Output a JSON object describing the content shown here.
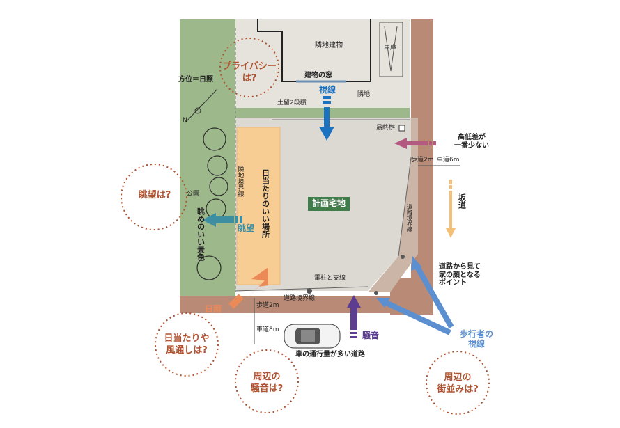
{
  "labels": {
    "privacy": "プライバシーは?",
    "orientation": "方位＝日照",
    "neighbor_building": "隣地建物",
    "garage": "車庫",
    "building_window": "建物の窓",
    "neighbor_lot": "隣地",
    "retaining_wall": "土留2段積",
    "final_basin": "最終桝",
    "sightline": "視線",
    "height_diff": "高低差が\n一番少ない",
    "sidewalk_right": "歩道2m",
    "roadway_right": "車道6m",
    "slope": "坂道",
    "view_q": "眺望は?",
    "park": "公園",
    "lot_boundary_left": "隣地境界線",
    "scenic_view": "眺めのいい景色",
    "view": "眺望",
    "sunny_spot": "日当たりのいい場所",
    "planned_site": "計画宅地",
    "road_boundary_right": "道路境界線",
    "house_face": "道路から見て\n家の顔となる\nポイント",
    "pole_guy": "電柱と支線",
    "road_boundary_bottom": "道路境界線",
    "sunlight": "日照",
    "sidewalk_bottom": "歩道2m",
    "roadway_bottom": "車道8m",
    "noise": "騒音",
    "pedestrian": "歩行者の\n視線",
    "sun_wind_q": "日当たりや\n風通しは?",
    "traffic": "車の通行量が多い道路",
    "noise_q": "周辺の\n騒音は?",
    "streetscape_q": "周辺の\n街並みは?",
    "north": "N"
  },
  "colors": {
    "site": "#dcd8d2",
    "road": "#b98b76",
    "green": "#9db88a",
    "sunny": "#f8cd94",
    "site_label_bg": "#3f7d4b",
    "blue_arrow": "#1b72c0",
    "teal_arrow": "#3c8ea0",
    "orange_arrow": "#ec8a57",
    "purple_arrow": "#5c3d8f",
    "pink_arrow": "#b45a80",
    "yellow_arrow": "#f4c078",
    "ped_arrow": "#5b8fd0",
    "question_circle": "#b0522f"
  }
}
